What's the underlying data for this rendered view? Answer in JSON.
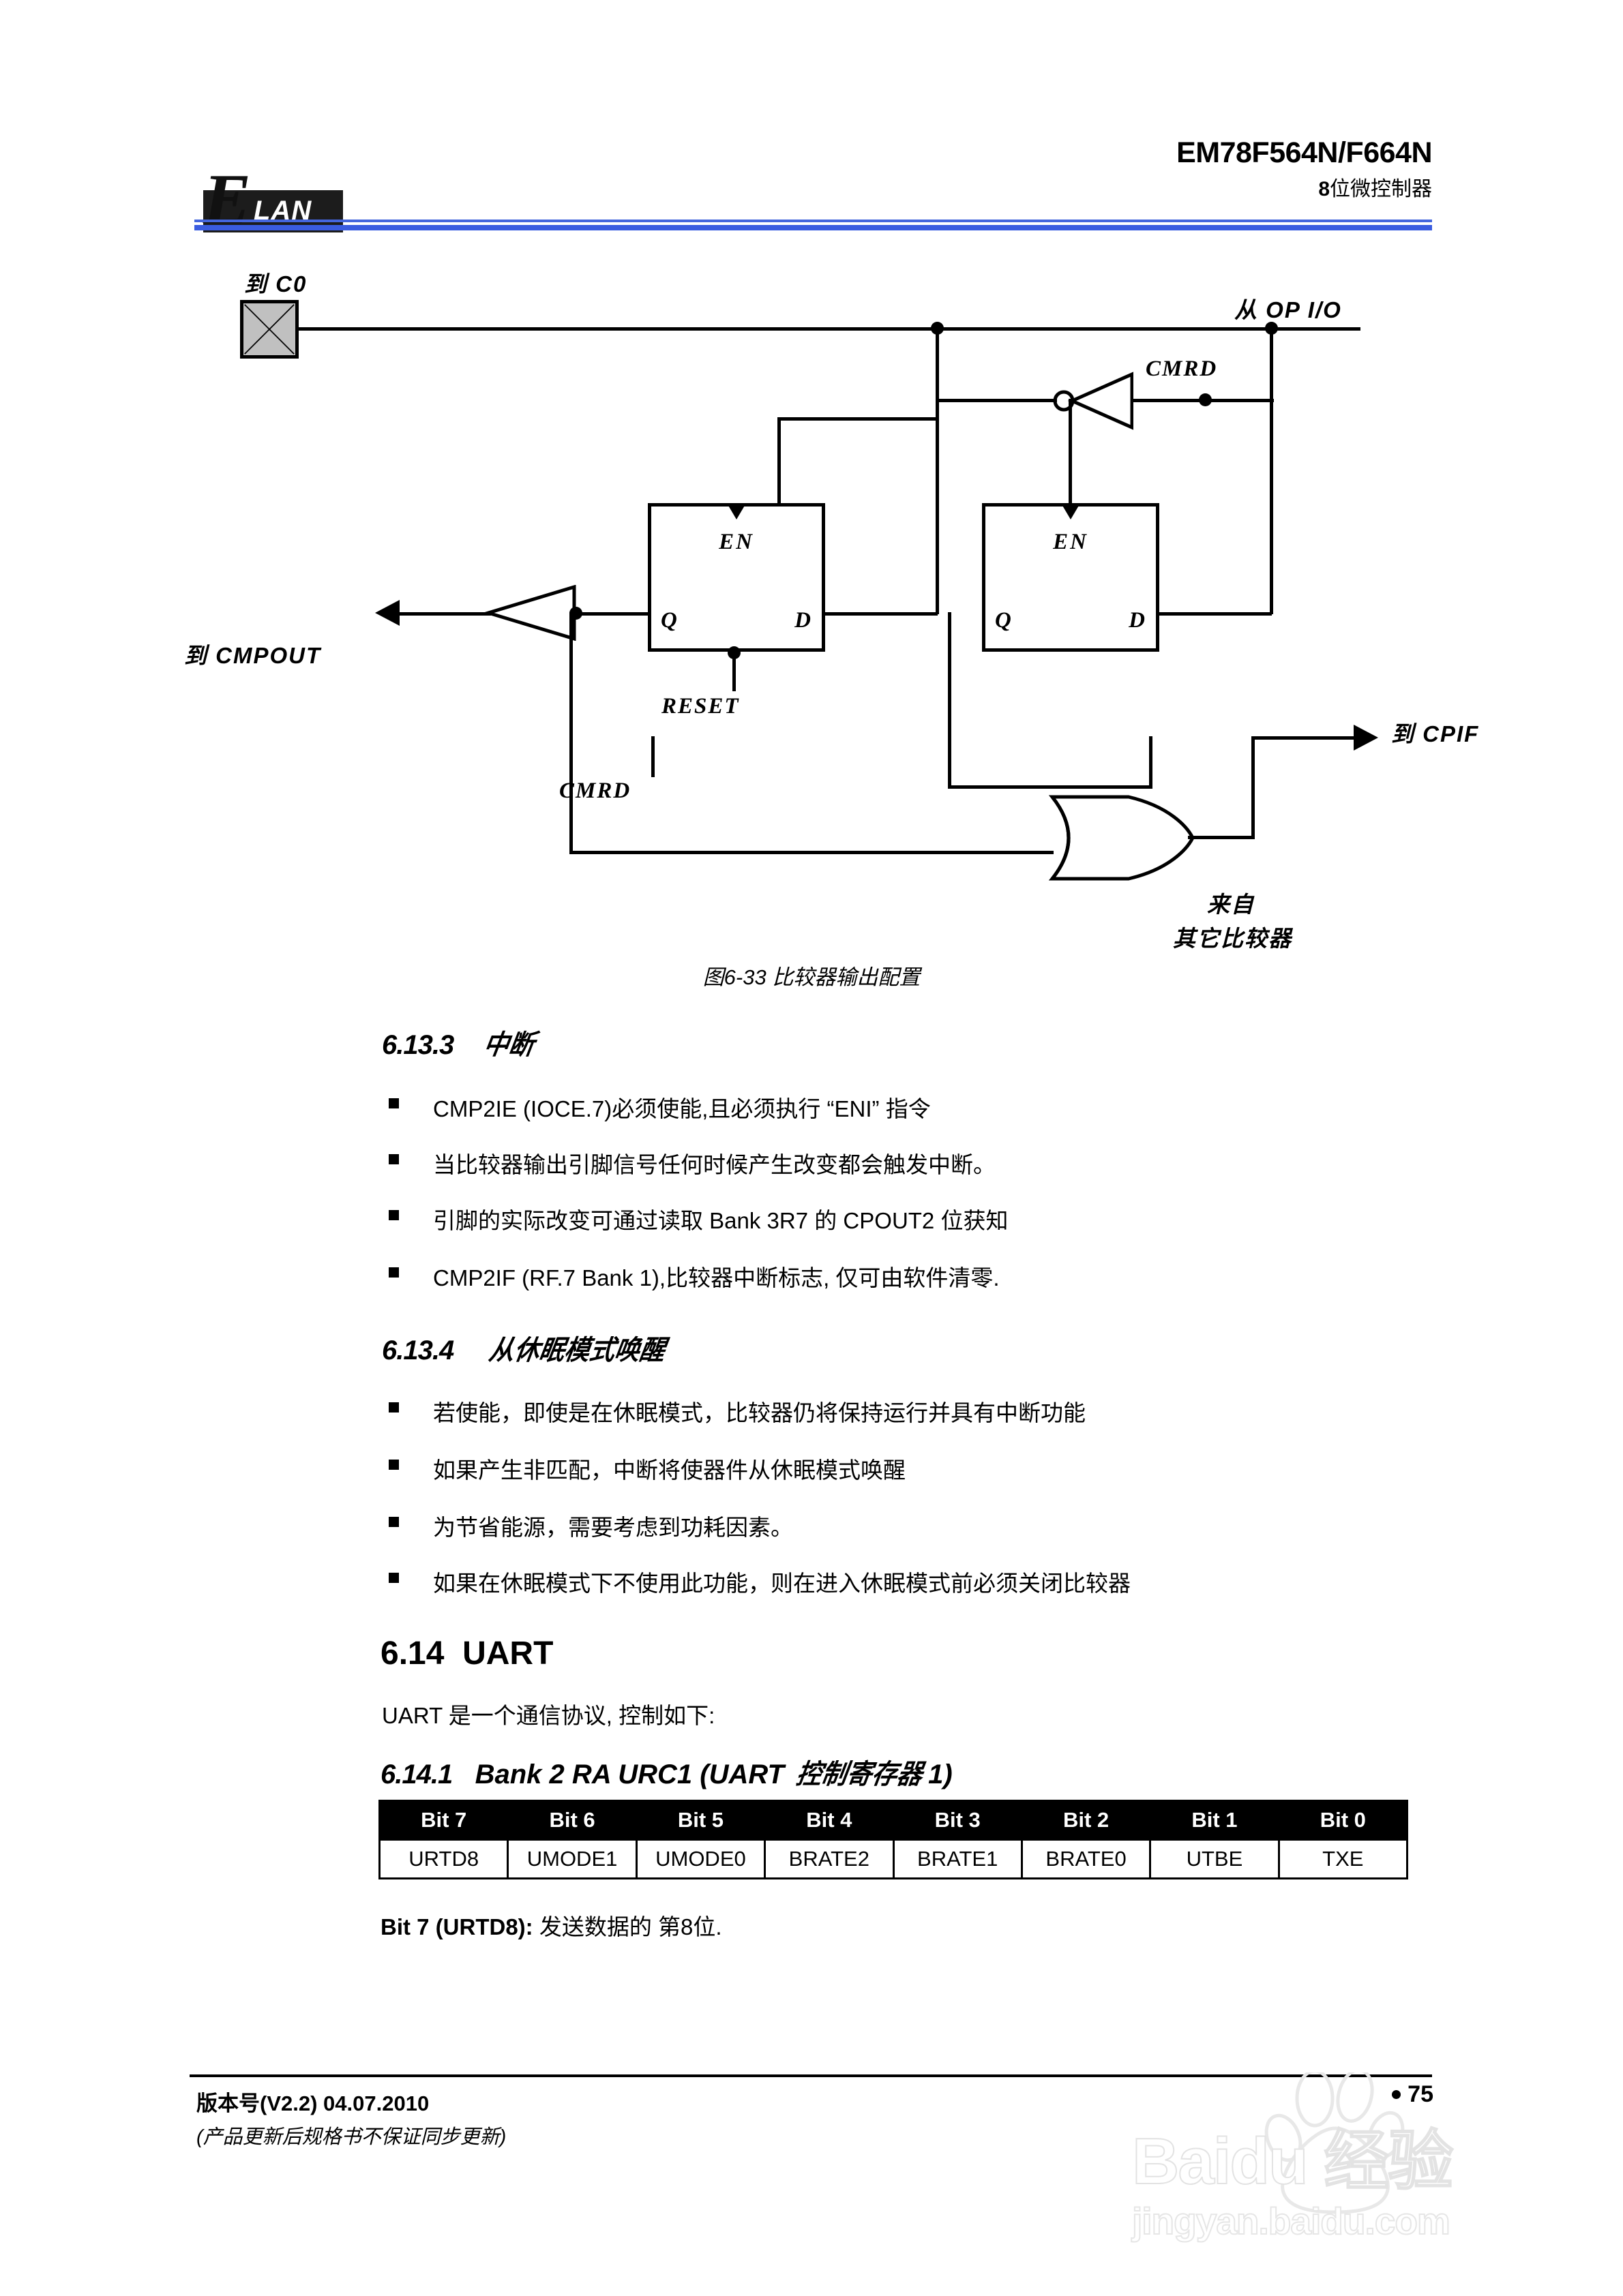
{
  "header": {
    "logo_text": "LAN",
    "logo_initial": "E",
    "title": "EM78F564N/F664N",
    "subtitle_bold": "8",
    "subtitle": "位微控制器"
  },
  "diagram": {
    "caption": "图6-33 比较器输出配置",
    "labels": {
      "to_c0": "到 C0",
      "from_op_io": "从 OP I/O",
      "cmrd_top": "CMRD",
      "cmrd_bottom": "CMRD",
      "to_cmpout": "到 CMPOUT",
      "reset": "RESET",
      "to_cpif": "到 CPIF",
      "from_other_line1": "来自",
      "from_other_line2": "其它比较器",
      "latch_en": "EN",
      "latch_q": "Q",
      "latch_d": "D"
    }
  },
  "section_6_13_3": {
    "number": "6.13.3",
    "title": "中断",
    "bullets": [
      "CMP2IE (IOCE.7)必须使能,且必须执行 “ENI” 指令",
      "当比较器输出引脚信号任何时候产生改变都会触发中断。",
      "引脚的实际改变可通过读取 Bank 3R7 的 CPOUT2 位获知",
      "CMP2IF (RF.7 Bank 1),比较器中断标志, 仅可由软件清零."
    ]
  },
  "section_6_13_4": {
    "number": "6.13.4",
    "title": "从休眠模式唤醒",
    "bullets": [
      "若使能，即使是在休眠模式，比较器仍将保持运行并具有中断功能",
      "如果产生非匹配，中断将使器件从休眠模式唤醒",
      "为节省能源，需要考虑到功耗因素。",
      "如果在休眠模式下不使用此功能，则在进入休眠模式前必须关闭比较器"
    ]
  },
  "section_6_14": {
    "number": "6.14",
    "title": "UART",
    "intro": "UART 是一个通信协议, 控制如下:"
  },
  "section_6_14_1": {
    "number": "6.14.1",
    "title_plain": "Bank 2 RA URC1 (UART ",
    "title_garbled": "控制寄存器",
    "title_tail": "1)"
  },
  "bit_table": {
    "headers": [
      "Bit 7",
      "Bit 6",
      "Bit 5",
      "Bit 4",
      "Bit 3",
      "Bit 2",
      "Bit 1",
      "Bit 0"
    ],
    "row": [
      "URTD8",
      "UMODE1",
      "UMODE0",
      "BRATE2",
      "BRATE1",
      "BRATE0",
      "UTBE",
      "TXE"
    ]
  },
  "bit_note": {
    "label": "Bit 7 (URTD8):",
    "text": " 发送数据的 第8位."
  },
  "footer": {
    "version_cjk": "版本号",
    "version": "(V2.2) 04.07.2010",
    "disclaimer": "(产品更新后规格书不保证同步更新)",
    "page_number": "75"
  },
  "watermark": {
    "main": "Baidu 经验",
    "sub": "jingyan.baidu.com"
  },
  "colors": {
    "rule_blue": "#3a5ce0",
    "table_header_bg": "#000000",
    "xbox_fill": "#c0c0c0"
  }
}
